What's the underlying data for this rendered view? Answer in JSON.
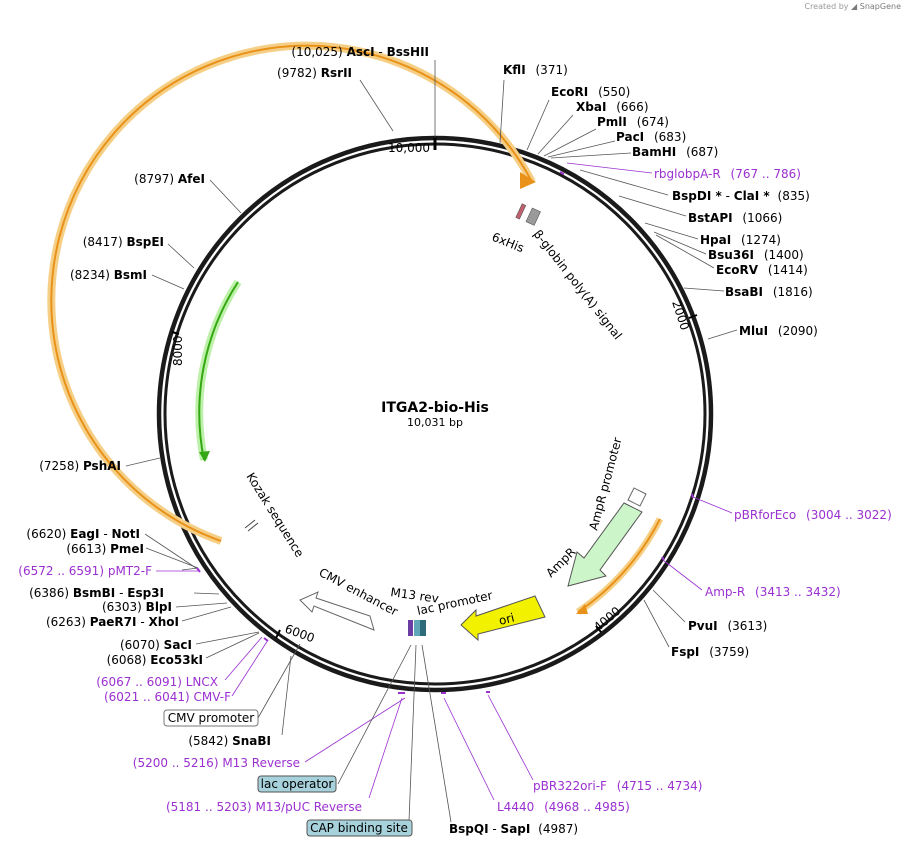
{
  "credit": {
    "prefix": "Created by",
    "brand": "SnapGene"
  },
  "plasmid": {
    "name": "ITGA2-bio-His",
    "length_label": "10,031 bp",
    "length": 10031
  },
  "colors": {
    "backbone": "#1a1a1a",
    "primer": "#9b30d0",
    "orange": "#f2a21b",
    "green": "#34c312",
    "yellow": "#f2f200",
    "light_green": "#ccf5c9"
  },
  "ticks": [
    {
      "label": "2000"
    },
    {
      "label": "4000"
    },
    {
      "label": "6000"
    },
    {
      "label": "8000"
    },
    {
      "label": "10,000"
    }
  ],
  "sites": [
    {
      "pos": "(10,025)",
      "name": "AscI",
      "sep": "-",
      "name2": "BssHII"
    },
    {
      "pos": "(9782)",
      "name": "RsrII"
    },
    {
      "pos": "(8797)",
      "name": "AfeI"
    },
    {
      "pos": "(8417)",
      "name": "BspEI"
    },
    {
      "pos": "(8234)",
      "name": "BsmI"
    },
    {
      "pos": "(7258)",
      "name": "PshAI"
    },
    {
      "pos": "(6620)",
      "name": "EagI",
      "sep": "-",
      "name2": "NotI"
    },
    {
      "pos": "(6613)",
      "name": "PmeI"
    },
    {
      "pos": "(6386)",
      "name": "BsmBI",
      "sep": "-",
      "name2": "Esp3I"
    },
    {
      "pos": "(6303)",
      "name": "BlpI"
    },
    {
      "pos": "(6263)",
      "name": "PaeR7I",
      "sep": "-",
      "name2": "XhoI"
    },
    {
      "pos": "(6070)",
      "name": "SacI"
    },
    {
      "pos": "(6068)",
      "name": "Eco53kI"
    },
    {
      "pos": "(5842)",
      "name": "SnaBI"
    },
    {
      "name": "KflI",
      "pos": "(371)"
    },
    {
      "name": "EcoRI",
      "pos": "(550)"
    },
    {
      "name": "XbaI",
      "pos": "(666)"
    },
    {
      "name": "PmlI",
      "pos": "(674)"
    },
    {
      "name": "PacI",
      "pos": "(683)"
    },
    {
      "name": "BamHI",
      "pos": "(687)"
    },
    {
      "name": "BspDI *",
      "sep": "-",
      "name2": "ClaI *",
      "pos": "(835)"
    },
    {
      "name": "BstAPI",
      "pos": "(1066)"
    },
    {
      "name": "HpaI",
      "pos": "(1274)"
    },
    {
      "name": "Bsu36I",
      "pos": "(1400)"
    },
    {
      "name": "EcoRV",
      "pos": "(1414)"
    },
    {
      "name": "BsaBI",
      "pos": "(1816)"
    },
    {
      "name": "MluI",
      "pos": "(2090)"
    },
    {
      "name": "PvuI",
      "pos": "(3613)"
    },
    {
      "name": "FspI",
      "pos": "(3759)"
    },
    {
      "name": "BspQI",
      "sep": "-",
      "name2": "SapI",
      "pos": "(4987)"
    }
  ],
  "primers": [
    {
      "name": "rbglobpA-R",
      "range": "(767 .. 786)"
    },
    {
      "name": "pBRforEco",
      "range": "(3004 .. 3022)"
    },
    {
      "name": "Amp-R",
      "range": "(3413 .. 3432)"
    },
    {
      "name": "pBR322ori-F",
      "range": "(4715 .. 4734)"
    },
    {
      "name": "L4440",
      "range": "(4968 .. 4985)"
    },
    {
      "name": "M13/pUC Reverse",
      "range": "(5181 .. 5203)"
    },
    {
      "name": "M13 Reverse",
      "range": "(5200 .. 5216)"
    },
    {
      "name": "CMV-F",
      "range": "(6021 .. 6041)"
    },
    {
      "name": "LNCX",
      "range": "(6067 .. 6091)"
    },
    {
      "name": "pMT2-F",
      "range": "(6572 .. 6591)"
    }
  ],
  "features": {
    "beta_globin": "β-globin poly(A) signal",
    "his": "6xHis",
    "ampr_promoter": "AmpR promoter",
    "ampr": "AmpR",
    "ori": "ori",
    "lac_promoter": "lac promoter",
    "m13_rev": "M13 rev",
    "cmv_enhancer": "CMV enhancer",
    "kozak": "Kozak sequence"
  },
  "boxed_labels": {
    "cmv_promoter": "CMV promoter",
    "lac_operator": "lac operator",
    "cap_site": "CAP binding site"
  }
}
